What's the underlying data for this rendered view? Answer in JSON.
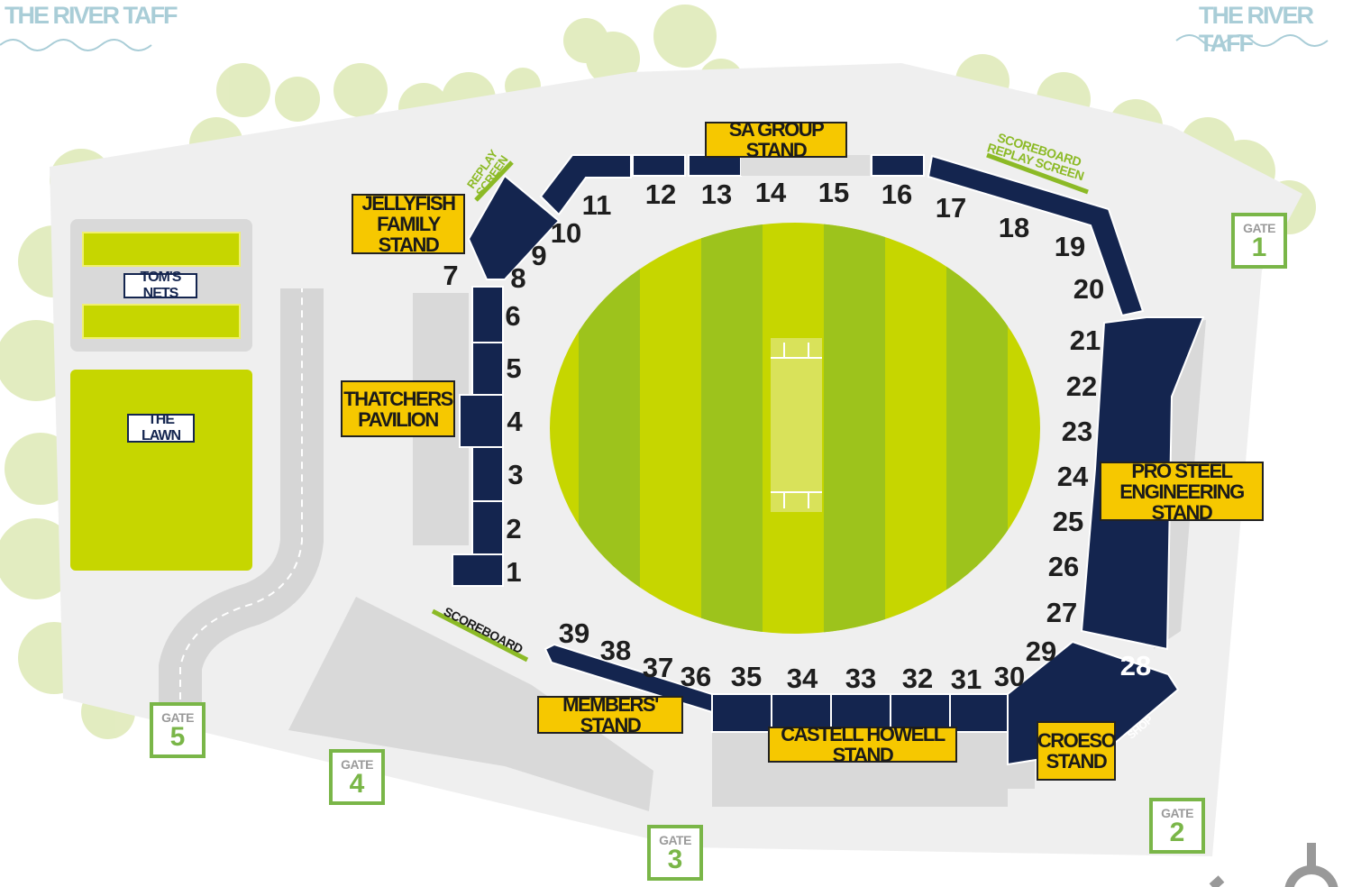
{
  "river_labels": [
    "THE RIVER TAFF",
    "THE RIVER TAFF"
  ],
  "stands": {
    "sa_group": "SA GROUP STAND",
    "jellyfish": "JELLYFISH\nFAMILY STAND",
    "thatchers": "THATCHERS\nPAVILION",
    "pro_steel": "PRO STEEL\nENGINEERING STAND",
    "members": "MEMBERS' STAND",
    "castell_howell": "CASTELL HOWELL STAND",
    "croeso": "CROESO\nSTAND"
  },
  "facilities": {
    "toms_nets": "TOM'S NETS",
    "the_lawn": "THE LAWN",
    "replay_screen": "REPLAY\nSCREEN",
    "scoreboard_replay": "SCOREBOARD\nREPLAY SCREEN",
    "scoreboard": "SCOREBOARD",
    "shop": "SHOP"
  },
  "gates": [
    {
      "label": "GATE",
      "number": "1"
    },
    {
      "label": "GATE",
      "number": "2"
    },
    {
      "label": "GATE",
      "number": "3"
    },
    {
      "label": "GATE",
      "number": "4"
    },
    {
      "label": "GATE",
      "number": "5"
    }
  ],
  "sections": [
    "1",
    "2",
    "3",
    "4",
    "5",
    "6",
    "7",
    "8",
    "9",
    "10",
    "11",
    "12",
    "13",
    "14",
    "15",
    "16",
    "17",
    "18",
    "19",
    "20",
    "21",
    "22",
    "23",
    "24",
    "25",
    "26",
    "27",
    "28",
    "29",
    "30",
    "31",
    "32",
    "33",
    "34",
    "35",
    "36",
    "37",
    "38",
    "39"
  ],
  "colors": {
    "stand_navy": "#14254f",
    "label_yellow": "#f6c800",
    "gate_green": "#7ab648",
    "grass_dark": "#9dc31c",
    "grass_light": "#c6d600",
    "river": "#a9cdd7"
  }
}
